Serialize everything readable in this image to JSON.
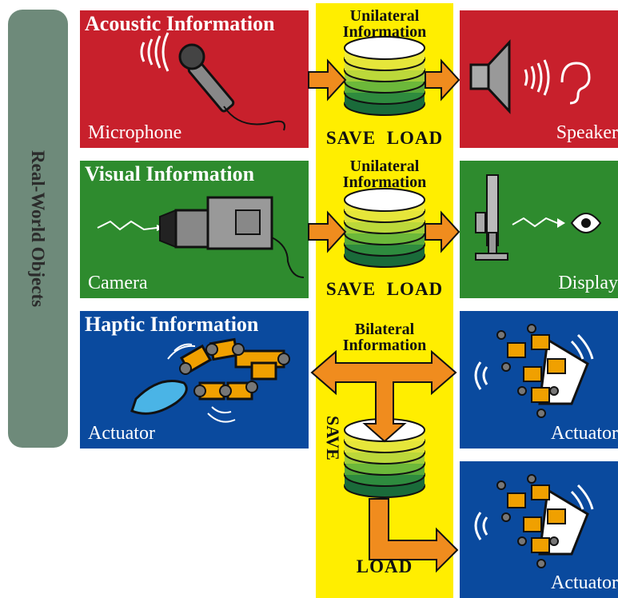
{
  "side_label": "Real-World Objects",
  "rows": [
    {
      "title": "Acoustic Information",
      "input_device": "Microphone",
      "center_title": "Unilateral Information",
      "save": "SAVE",
      "load": "LOAD",
      "output_device": "Speaker"
    },
    {
      "title": "Visual Information",
      "input_device": "Camera",
      "center_title": "Unilateral Information",
      "save": "SAVE",
      "load": "LOAD",
      "output_device": "Display"
    },
    {
      "title": "Haptic Information",
      "input_device": "Actuator",
      "center_title": "Bilateral Information",
      "save": "SAVE",
      "load": "LOAD",
      "output_device": "Actuator",
      "output_device_2": "Actuator"
    }
  ],
  "colors": {
    "acoustic": "#c8202c",
    "visual": "#2e8b2e",
    "haptic": "#0a4a9e",
    "center": "#ffee00",
    "side": "#6e8a7a",
    "arrow": "#f08c1e"
  },
  "icons": [
    "microphone-icon",
    "sound-wave-icon",
    "speaker-icon",
    "ear-icon",
    "video-camera-icon",
    "light-ray-icon",
    "monitor-icon",
    "eye-icon",
    "robot-hand-icon",
    "water-drop-icon",
    "database-disk-icon"
  ]
}
